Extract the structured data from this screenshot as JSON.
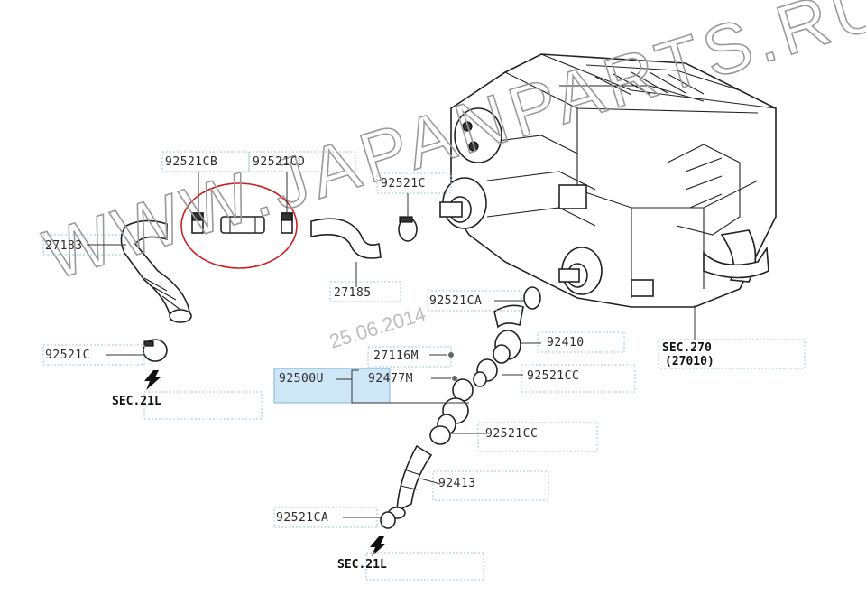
{
  "watermark": "WWW.JAPANPARTS.RU",
  "datestamp": "25.06.2014",
  "callouts": {
    "c92521CB": "92521CB",
    "c92521CD": "92521CD",
    "c27183": "27183",
    "c92521C_top": "92521C",
    "c27185": "27185",
    "c92521CA_mid": "92521CA",
    "c92410": "92410",
    "c27116M": "27116M",
    "c92500U": "92500U",
    "c92477M": "92477M",
    "c92521CC_a": "92521CC",
    "c92521CC_b": "92521CC",
    "c92521C_left": "92521C",
    "c92413": "92413",
    "c92521CA_bottom": "92521CA",
    "sec270_line1": "SEC.270",
    "sec270_line2": "(27010)",
    "sec21l_left": "SEC.21L",
    "sec21l_bottom": "SEC.21L"
  },
  "highlighted_part": "92500U",
  "circle_color": "#cc1f1f"
}
